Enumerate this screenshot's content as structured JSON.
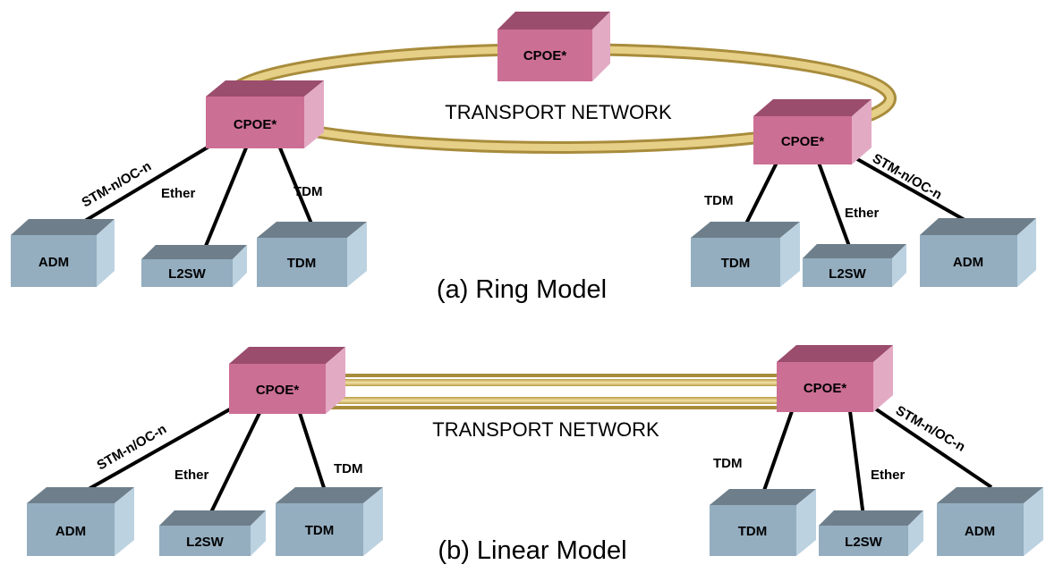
{
  "labels": {
    "cpoe": "CPOE*",
    "adm": "ADM",
    "l2sw": "L2SW",
    "tdm": "TDM",
    "stm": "STM-n/OC-n",
    "ether": "Ether",
    "tdm_link": "TDM",
    "transport_network": "TRANSPORT NETWORK"
  },
  "captions": {
    "ring": "(a) Ring Model",
    "linear": "(b) Linear Model"
  },
  "colors": {
    "cpoe_front": "#cc6f95",
    "cpoe_top": "#9b4d6d",
    "cpoe_side": "#e3aac4",
    "device_front": "#94aec0",
    "device_top": "#6e7f8b",
    "device_side": "#bcd2e0",
    "ring_gold": "#c9b061"
  }
}
